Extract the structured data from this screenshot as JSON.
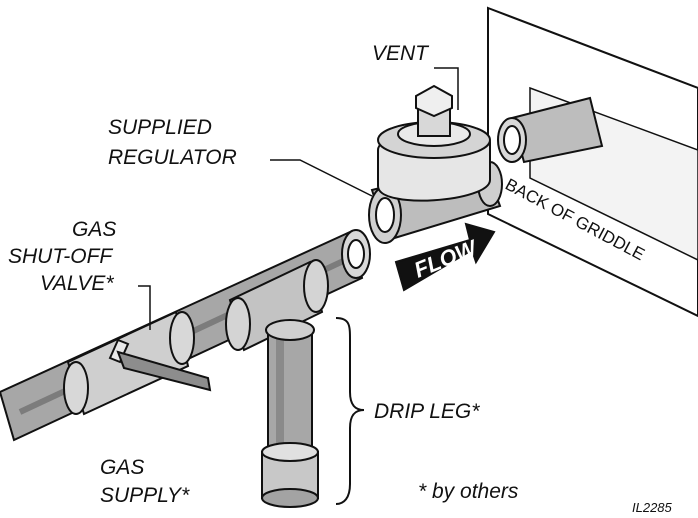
{
  "labels": {
    "vent": "VENT",
    "regulator_line1": "SUPPLIED",
    "regulator_line2": "REGULATOR",
    "valve_line1": "GAS",
    "valve_line2": "SHUT-OFF",
    "valve_line3": "VALVE*",
    "flow": "FLOW",
    "back_of_griddle": "BACK OF GRIDDLE",
    "drip_leg": "DRIP LEG*",
    "supply_line1": "GAS",
    "supply_line2": "SUPPLY*",
    "by_others": "* by others",
    "figure_code": "IL2285"
  },
  "colors": {
    "pipe_fill": "#a7a7a7",
    "pipe_dark": "#7c7c7c",
    "fitting_light": "#d8d8d8",
    "outline": "#111111",
    "flow_arrow": "#111111"
  }
}
